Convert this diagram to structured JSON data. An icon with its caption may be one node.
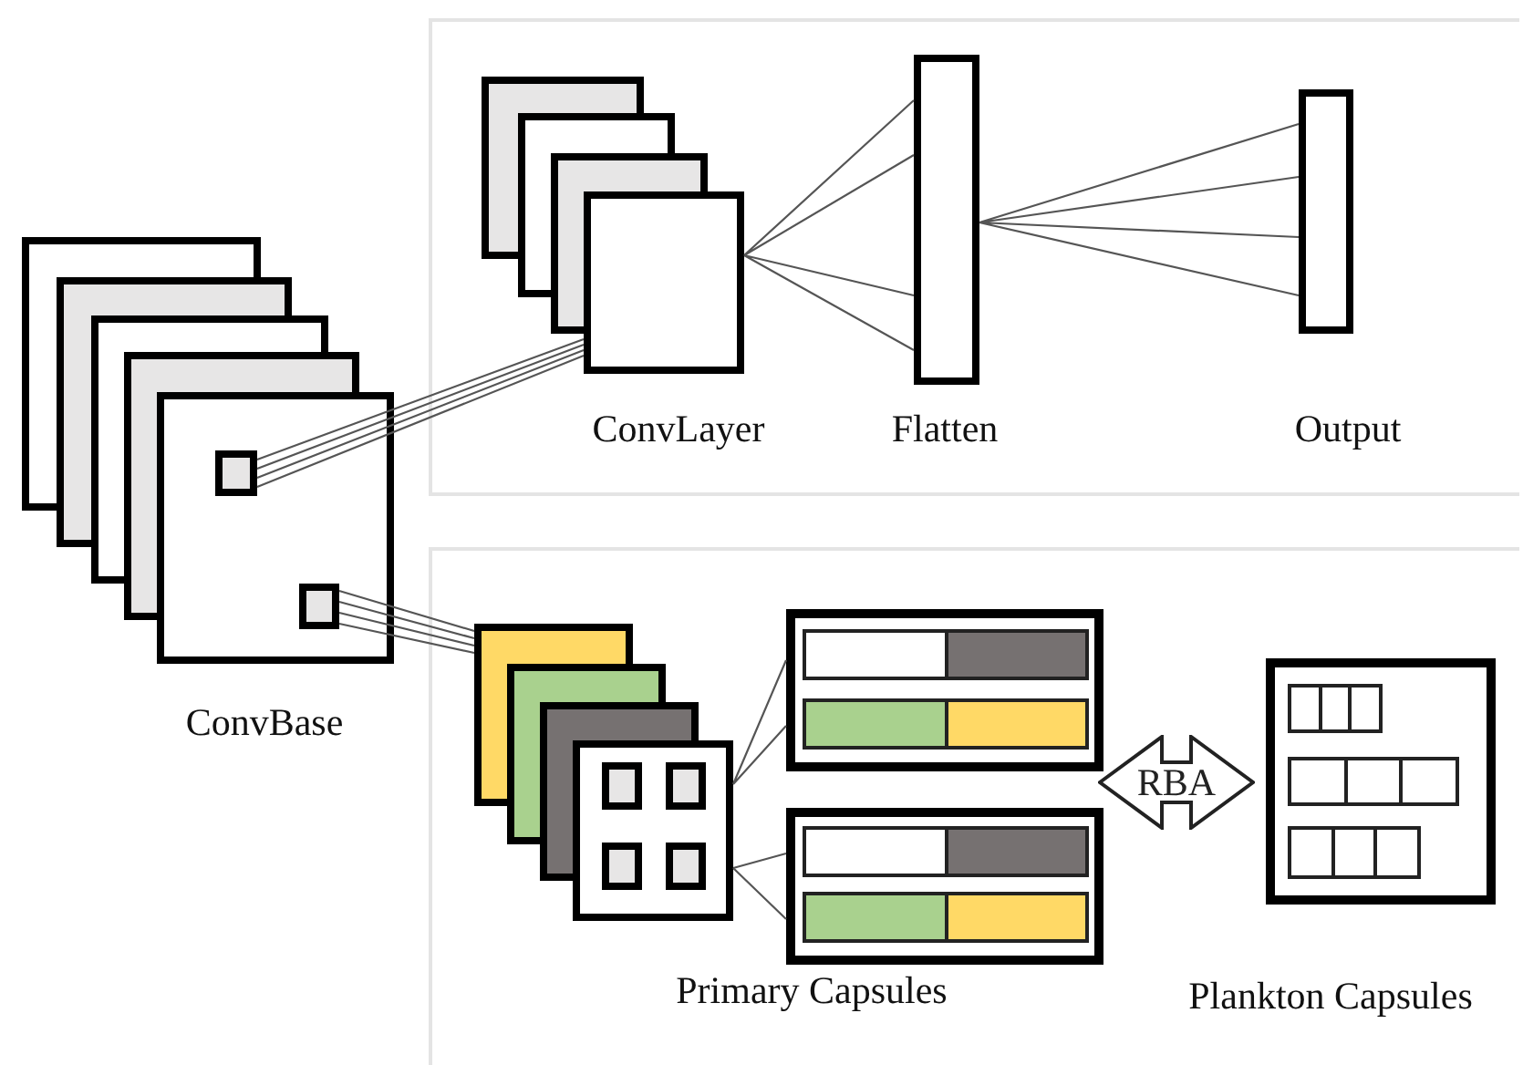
{
  "diagram": {
    "nodes": [
      {
        "text": [],
        "shape": "box"
      },
      {
        "text": [
          "ConvLayer"
        ],
        "in": 0
      },
      {
        "text": [
          "Flatten"
        ],
        "in": 0
      },
      {
        "text": [
          "Output"
        ],
        "in": 0
      },
      {
        "text": [
          "ConvBase"
        ]
      },
      {
        "text": [],
        "shape": "box",
        "in": 4
      },
      {
        "text": [],
        "shape": "box",
        "in": 4
      },
      {
        "text": [],
        "shape": "box"
      },
      {
        "text": [],
        "shape": "box",
        "in": 7
      },
      {
        "text": [],
        "shape": "box",
        "in": 7
      },
      {
        "text": [],
        "shape": "box",
        "in": 7
      },
      {
        "text": [
          "RBA"
        ],
        "in": 7
      },
      {
        "text": [
          "Plankton Capsules"
        ],
        "in": 7
      }
    ],
    "edges": [
      {
        "from": 5,
        "to": 1,
        "arrow": "none"
      },
      {
        "from": 1,
        "to": 2,
        "arrow": "none"
      },
      {
        "from": 2,
        "to": 3,
        "arrow": "none"
      },
      {
        "from": 6,
        "to": 8,
        "arrow": "none"
      },
      {
        "from": 8,
        "to": 9,
        "arrow": "none"
      },
      {
        "from": 8,
        "to": 10,
        "arrow": "none"
      }
    ],
    "labels": [
      "Primary Capsules"
    ]
  }
}
